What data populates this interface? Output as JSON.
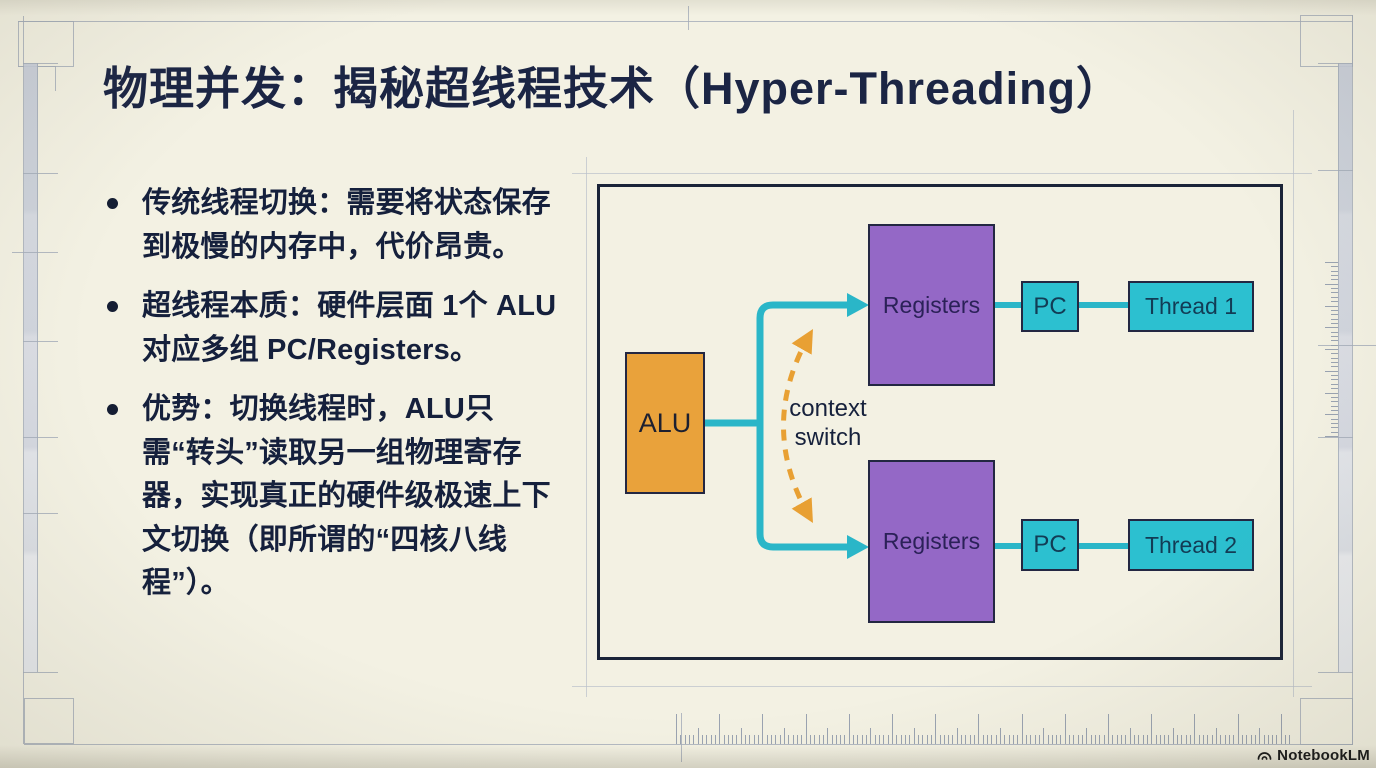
{
  "page": {
    "background": "#f3f1e3",
    "text_color": "#15203c"
  },
  "title": "物理并发：揭秘超线程技术（Hyper-Threading）",
  "bullets": [
    {
      "label": "传统线程切换：",
      "text": "需要将状态保存到极慢的内存中，代价昂贵。"
    },
    {
      "label": "超线程本质：",
      "text": "硬件层面 1个 ALU 对应多组 PC/Registers。"
    },
    {
      "label": "优势：",
      "text": "切换线程时，ALU只需“转头”读取另一组物理寄存器，实现真正的硬件级极速上下文切换（即所谓的“四核八线程”）。"
    }
  ],
  "diagram": {
    "alu_label": "ALU",
    "context_switch": {
      "line1": "context",
      "line2": "switch"
    },
    "branches": [
      {
        "registers": "Registers",
        "pc": "PC",
        "thread": "Thread 1"
      },
      {
        "registers": "Registers",
        "pc": "PC",
        "thread": "Thread 2"
      }
    ],
    "colors": {
      "alu_fill": "#e9a23b",
      "registers_fill": "#9468c6",
      "thread_fill": "#2cc0d0",
      "connector": "#2ab6c8",
      "dashed_arrow": "#e8a033",
      "border": "#1a2338"
    }
  },
  "watermark": {
    "label": "NotebookLM"
  }
}
